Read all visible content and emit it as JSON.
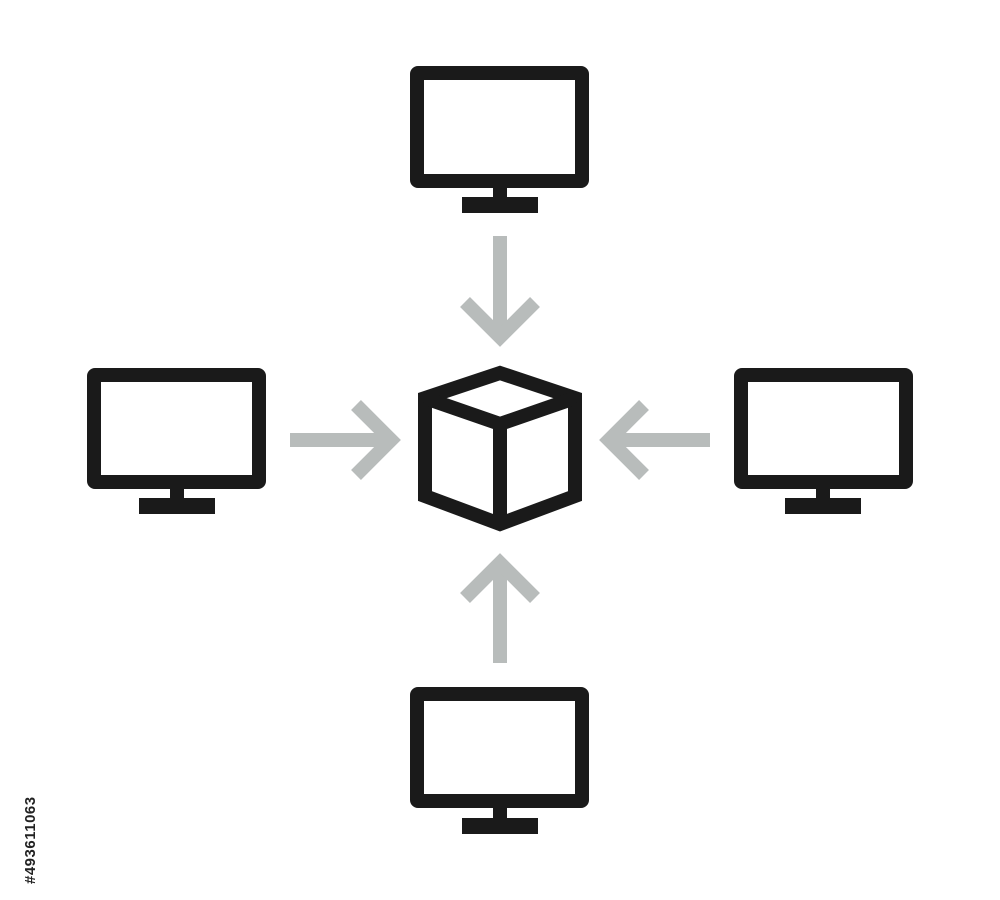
{
  "diagram": {
    "central_node": {
      "icon": "cube-icon"
    },
    "satellite_nodes": [
      {
        "id": "top",
        "icon": "monitor-icon",
        "flow": "into-center"
      },
      {
        "id": "left",
        "icon": "monitor-icon",
        "flow": "into-center"
      },
      {
        "id": "right",
        "icon": "monitor-icon",
        "flow": "into-center"
      },
      {
        "id": "bottom",
        "icon": "monitor-icon",
        "flow": "into-center"
      }
    ]
  },
  "colors": {
    "background": "#ffffff",
    "icon_stroke": "#1a1a1a",
    "arrow": "#b8bcbb"
  },
  "watermark": {
    "stock_id": "#493611063"
  }
}
